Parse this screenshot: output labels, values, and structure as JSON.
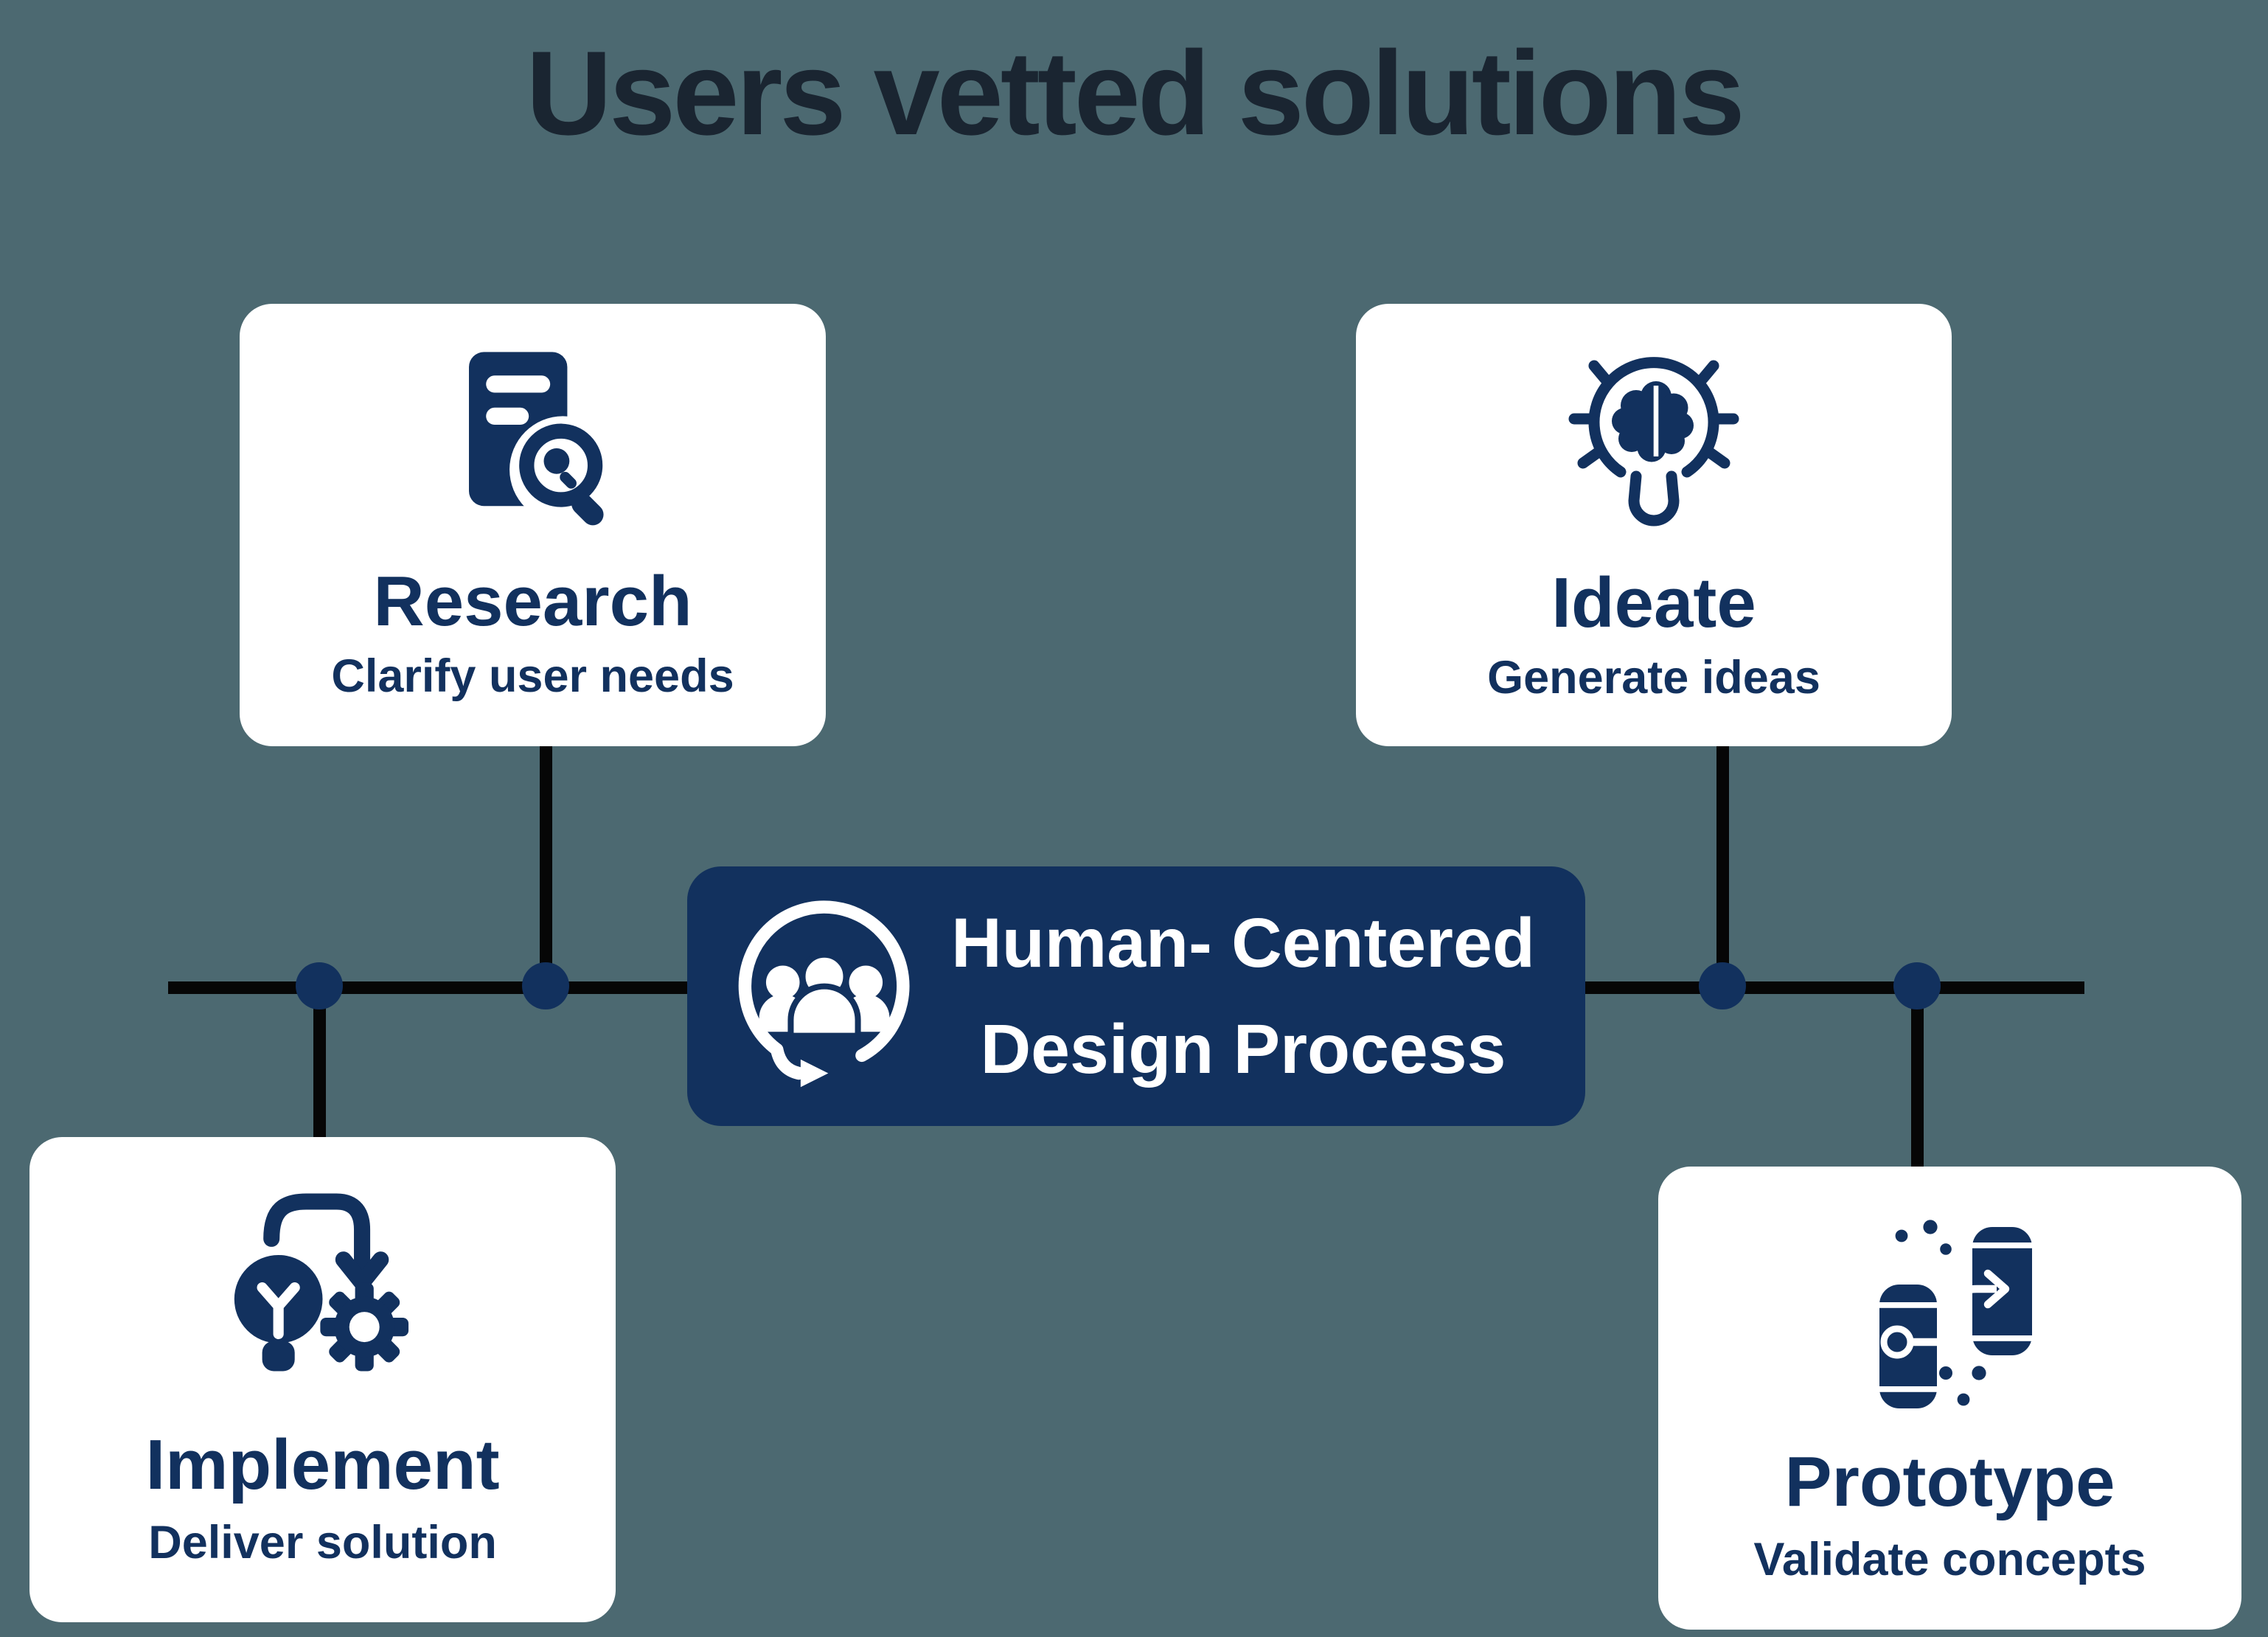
{
  "title": "Users vetted solutions",
  "colors": {
    "background": "#4c6971",
    "navy": "#12315e",
    "title_text": "#1a2531",
    "card_background": "#ffffff",
    "connector_line": "#060606",
    "pill_text": "#ffffff"
  },
  "center": {
    "line1": "Human- Centered",
    "line2": "Design Process",
    "icon": "people-cycle-icon"
  },
  "cards": [
    {
      "id": "research",
      "title": "Research",
      "subtitle": "Clarify user needs",
      "icon": "document-magnifier-icon"
    },
    {
      "id": "ideate",
      "title": "Ideate",
      "subtitle": "Generate ideas",
      "icon": "lightbulb-brain-icon"
    },
    {
      "id": "implement",
      "title": "Implement",
      "subtitle": "Deliver solution",
      "icon": "lightbulb-gear-arrow-icon"
    },
    {
      "id": "prototype",
      "title": "Prototype",
      "subtitle": "Validate concepts",
      "icon": "phones-transfer-icon"
    }
  ]
}
